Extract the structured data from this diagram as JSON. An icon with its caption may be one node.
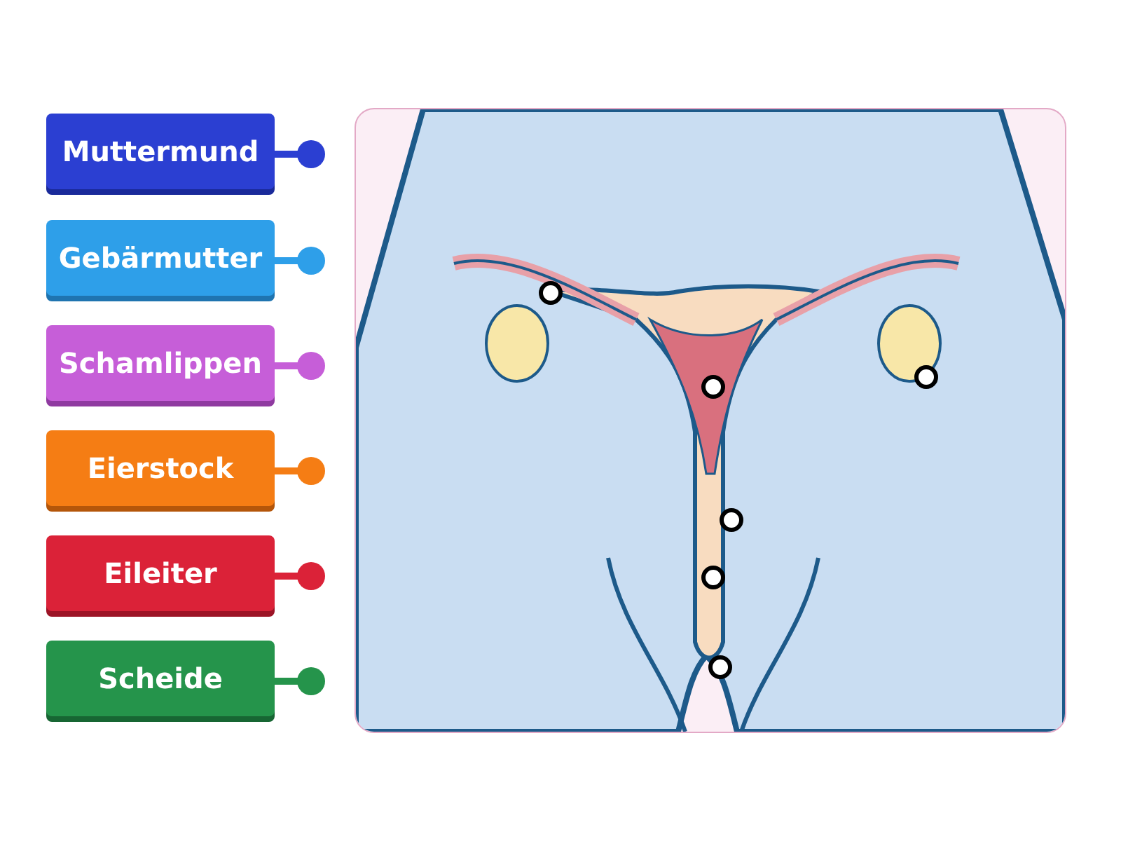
{
  "diagram": {
    "nodes": [
      {
        "text": [
          "Muttermund"
        ]
      },
      {
        "text": [
          "Gebärmutter"
        ]
      },
      {
        "text": [
          "Schamlippen"
        ]
      },
      {
        "text": [
          "Eierstock"
        ]
      },
      {
        "text": [
          "Eileiter"
        ]
      },
      {
        "text": [
          "Scheide"
        ]
      }
    ]
  }
}
